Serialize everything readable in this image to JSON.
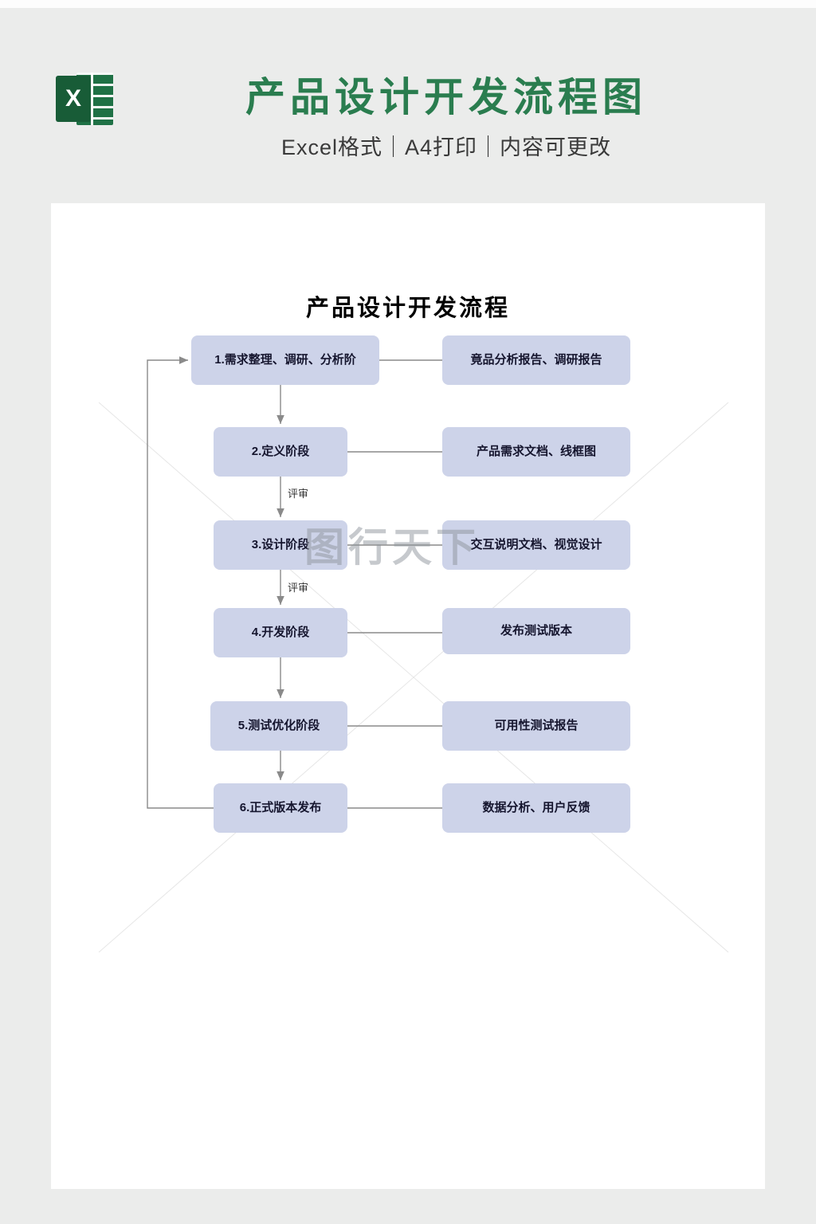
{
  "header": {
    "icon_letter": "X",
    "title": "产品设计开发流程图",
    "subtitle": "Excel格式｜A4打印｜内容可更改",
    "accent_color": "#2a7d4f"
  },
  "canvas": {
    "title": "产品设计开发流程",
    "watermark": "图行天下"
  },
  "flow": {
    "box_color": "#cdd3e9",
    "line_color": "#8a8a8a",
    "stages": [
      {
        "label": "1.需求整理、调研、分析阶",
        "output": "竟品分析报告、调研报告"
      },
      {
        "label": "2.定义阶段",
        "output": "产品需求文档、线框图",
        "arrow_label": "评审"
      },
      {
        "label": "3.设计阶段",
        "output": "交互说明文档、视觉设计",
        "arrow_label": "评审"
      },
      {
        "label": "4.开发阶段",
        "output": "发布测试版本"
      },
      {
        "label": "5.测试优化阶段",
        "output": "可用性测试报告"
      },
      {
        "label": "6.正式版本发布",
        "output": "数据分析、用户反馈"
      }
    ]
  }
}
